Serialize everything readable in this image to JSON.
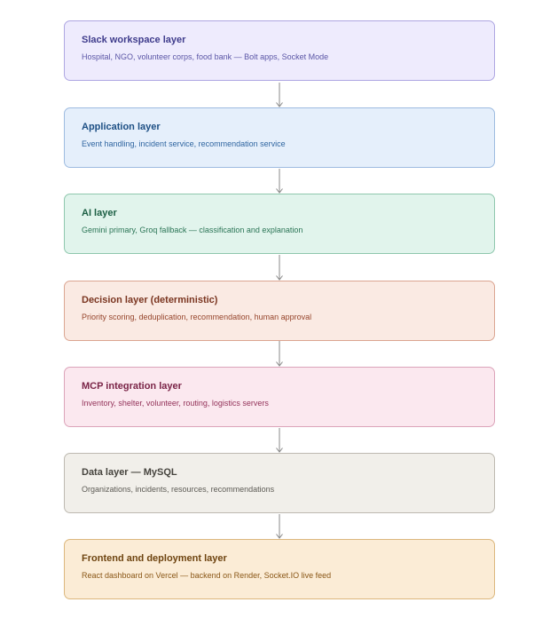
{
  "layers": [
    {
      "title": "Slack workspace layer",
      "description": "Hospital, NGO, volunteer corps, food bank — Bolt apps, Socket Mode",
      "color": "#eeebfd"
    },
    {
      "title": "Application layer",
      "description": "Event handling, incident service, recommendation service",
      "color": "#e5effb"
    },
    {
      "title": "AI layer",
      "description": "Gemini primary, Groq fallback — classification and explanation",
      "color": "#e1f4ec"
    },
    {
      "title": "Decision layer (deterministic)",
      "description": "Priority scoring, deduplication, recommendation, human approval",
      "color": "#faeae3"
    },
    {
      "title": "MCP integration layer",
      "description": "Inventory, shelter, volunteer, routing, logistics servers",
      "color": "#fbe8ef"
    },
    {
      "title": "Data layer — MySQL",
      "description": "Organizations, incidents, resources, recommendations",
      "color": "#f1efea"
    },
    {
      "title": "Frontend and deployment layer",
      "description": "React dashboard on Vercel — backend on Render, Socket.IO live feed",
      "color": "#fbecd6"
    }
  ],
  "connector_color": "#8a8a8a"
}
